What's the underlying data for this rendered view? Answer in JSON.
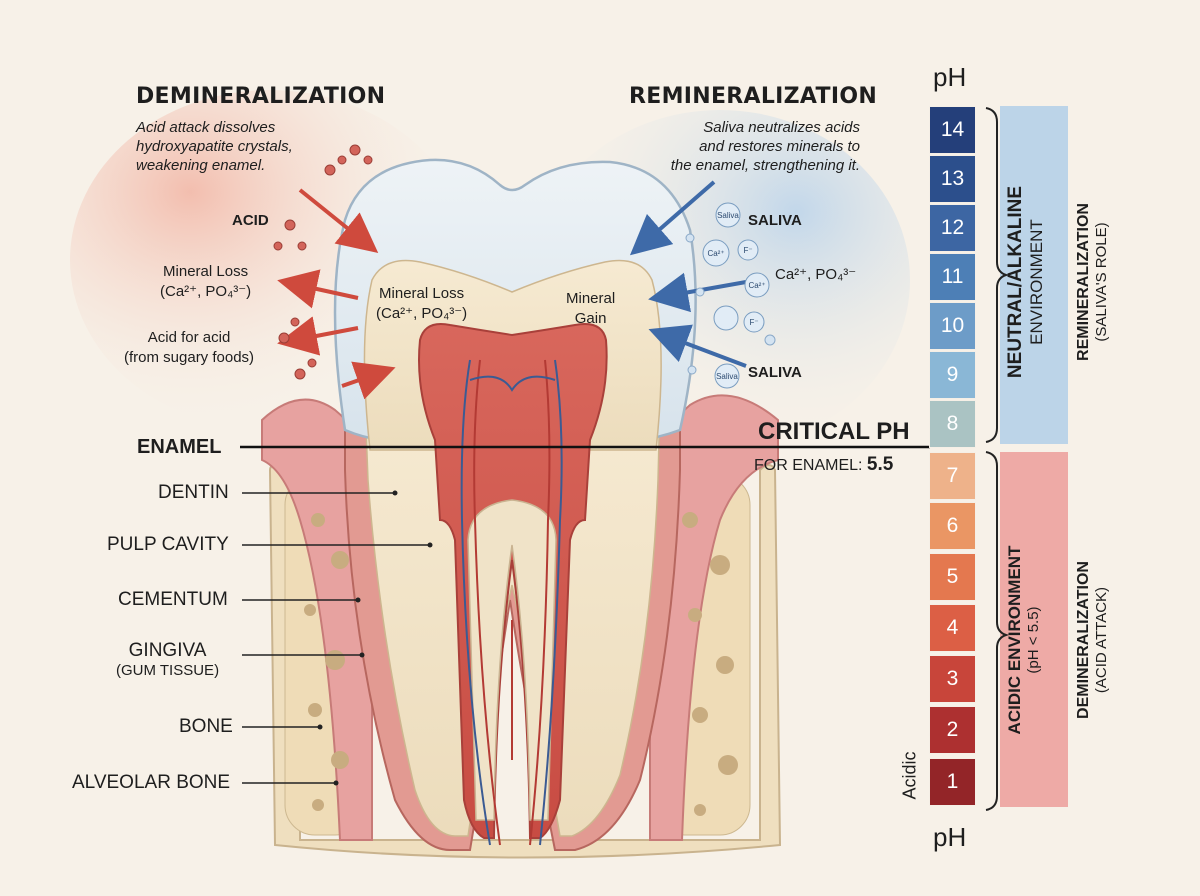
{
  "demineralization": {
    "title": "DEMINERALIZATION",
    "desc": [
      "Acid attack dissolves",
      "hydroxyapatite crystals,",
      "weakening enamel."
    ]
  },
  "remineralization": {
    "title": "REMINERALIZATION",
    "desc": [
      "Saliva neutralizes acids",
      "and restores minerals to",
      "the enamel, strengthening it."
    ]
  },
  "left_side": {
    "acid": "ACID",
    "mineral_loss": [
      "Mineral Loss",
      "(Ca²⁺, PO₄³⁻)"
    ],
    "acid_for_acid": [
      "Acid for acid",
      "(from sugary foods)"
    ]
  },
  "inner": {
    "mineral_loss": [
      "Mineral Loss",
      "(Ca²⁺, PO₄³⁻)"
    ],
    "mineral_gain": [
      "Mineral",
      "Gain"
    ]
  },
  "right_side": {
    "saliva_top": "SALIVA",
    "ions": "Ca²⁺, PO₄³⁻",
    "saliva_bottom": "SALIVA",
    "bubble_saliva": "Saliva",
    "bubble_ca": "Ca²⁺",
    "bubble_f": "F⁻",
    "bubble_ca2": "Ca²⁺"
  },
  "anatomy_labels": {
    "enamel": "ENAMEL",
    "dentin": "DENTIN",
    "pulp": "PULP CAVITY",
    "cementum": "CEMENTUM",
    "gingiva": [
      "GINGIVA",
      "(GUM TISSUE)"
    ],
    "bone": "BONE",
    "alveolar": "ALVEOLAR BONE"
  },
  "critical": {
    "title": "CRITICAL PH",
    "sub": "FOR ENAMEL:",
    "value": "5.5"
  },
  "ph_scale": {
    "top_label": "pH",
    "bottom_label": "pH",
    "acidic_label": "Acidic",
    "values": [
      "14",
      "13",
      "12",
      "11",
      "10",
      "9",
      "8",
      "7",
      "6",
      "5",
      "4",
      "3",
      "2",
      "1"
    ],
    "colors": [
      "#243f7a",
      "#2c4f8c",
      "#3d66a3",
      "#4d7fb6",
      "#6d9cc8",
      "#8ab7d6",
      "#aac3c3",
      "#eeb28a",
      "#ea9664",
      "#e4784f",
      "#dc5f45",
      "#c8453a",
      "#ad3030",
      "#932528"
    ]
  },
  "zones": {
    "alkaline": [
      "NEUTRAL/ALKALINE",
      "ENVIRONMENT"
    ],
    "alkaline_role": [
      "REMINERALIZATION",
      "(SALIVA'S ROLE)"
    ],
    "acidic": [
      "ACIDIC ENVIRONMENT",
      "(pH < 5.5)"
    ],
    "acidic_role": [
      "DEMINERALIZATION",
      "(ACID ATTACK)"
    ]
  }
}
